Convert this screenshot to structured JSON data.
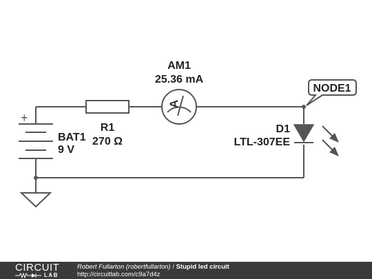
{
  "diagram": {
    "battery": {
      "ref": "BAT1",
      "value": "9 V",
      "polarity": "+"
    },
    "resistor": {
      "ref": "R1",
      "value": "270 Ω"
    },
    "ammeter": {
      "ref": "AM1",
      "reading": "25.36 mA",
      "symbol": "A"
    },
    "diode": {
      "ref": "D1",
      "part": "LTL-307EE"
    },
    "node_tag": {
      "label": "NODE1"
    },
    "colors": {
      "wire": "#555555",
      "text": "#222222"
    }
  },
  "footer": {
    "logo_top": "CIRCUIT",
    "logo_bottom": "LAB",
    "author": "Robert Fullarton (robertfullarton)",
    "separator": " / ",
    "title": "Stupid led circuit",
    "url": "http://circuitlab.com/c9a7d4z",
    "background": "#3a3a3a"
  }
}
